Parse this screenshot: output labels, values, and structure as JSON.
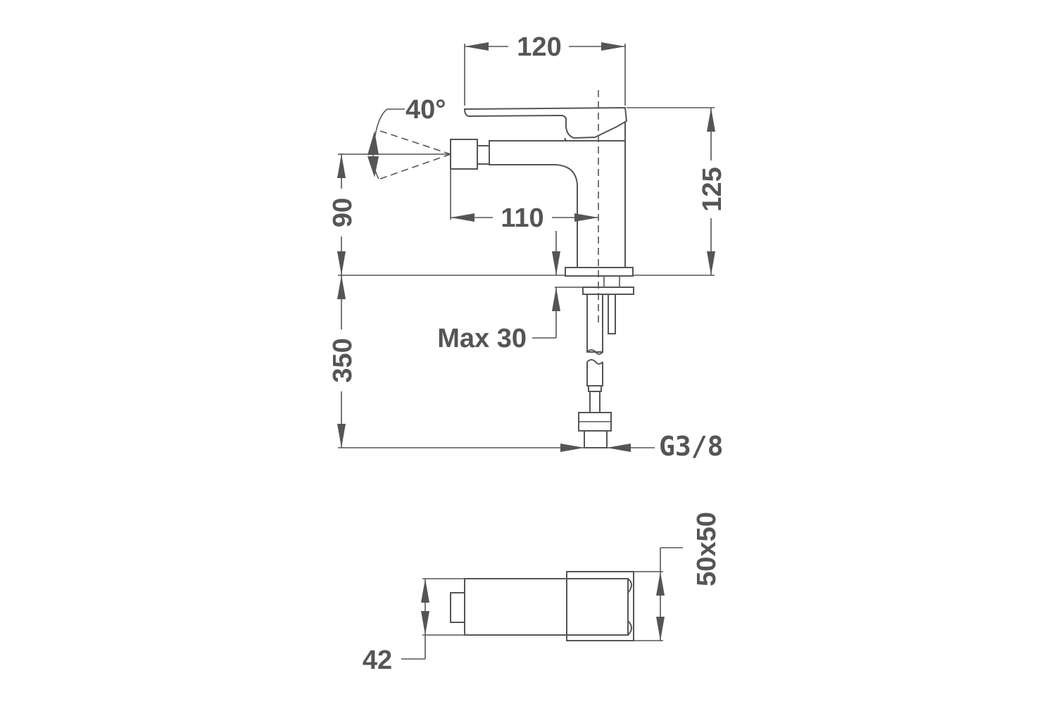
{
  "dimensions": {
    "lever_reach": "120",
    "spray_angle": "40°",
    "spout_reach": "110",
    "total_height": "125",
    "spout_height": "90",
    "max_deck_thickness": "Max 30",
    "hose_length": "350",
    "thread_connection": "G3/8",
    "body_section": "50x50",
    "nozzle_diameter": "42"
  },
  "colors": {
    "line": "#555555",
    "background": "#ffffff"
  }
}
